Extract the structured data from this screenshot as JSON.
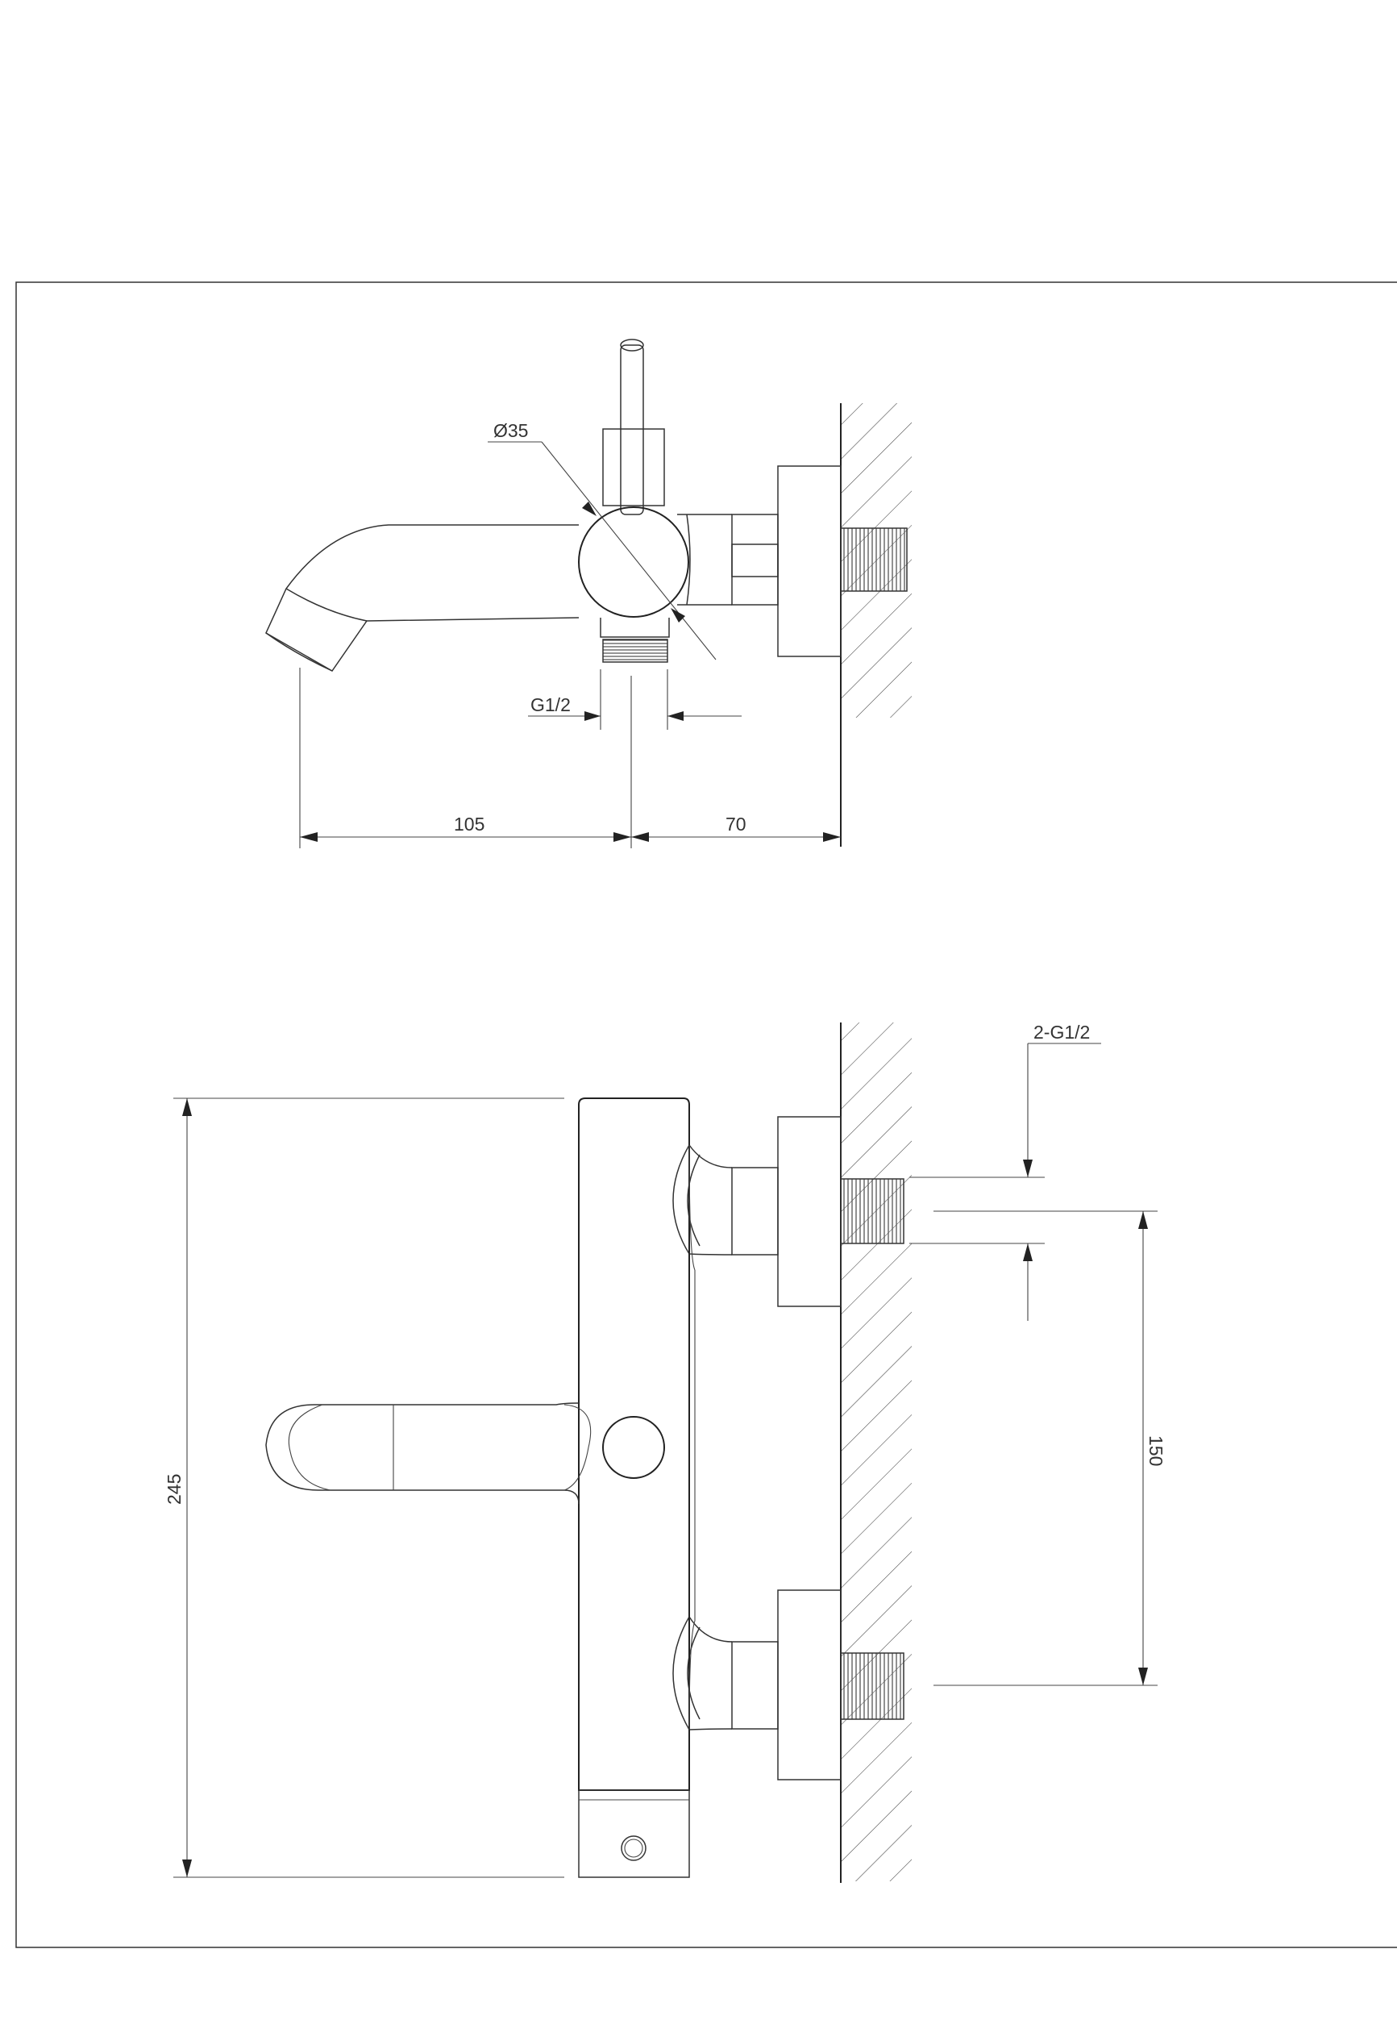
{
  "top_view": {
    "diameter_label": "Ø35",
    "thread_label": "G1/2",
    "dim_spout": "105",
    "dim_wall": "70"
  },
  "front_view": {
    "inlet_label": "2-G1/2",
    "dim_height": "245",
    "dim_centers": "150"
  }
}
